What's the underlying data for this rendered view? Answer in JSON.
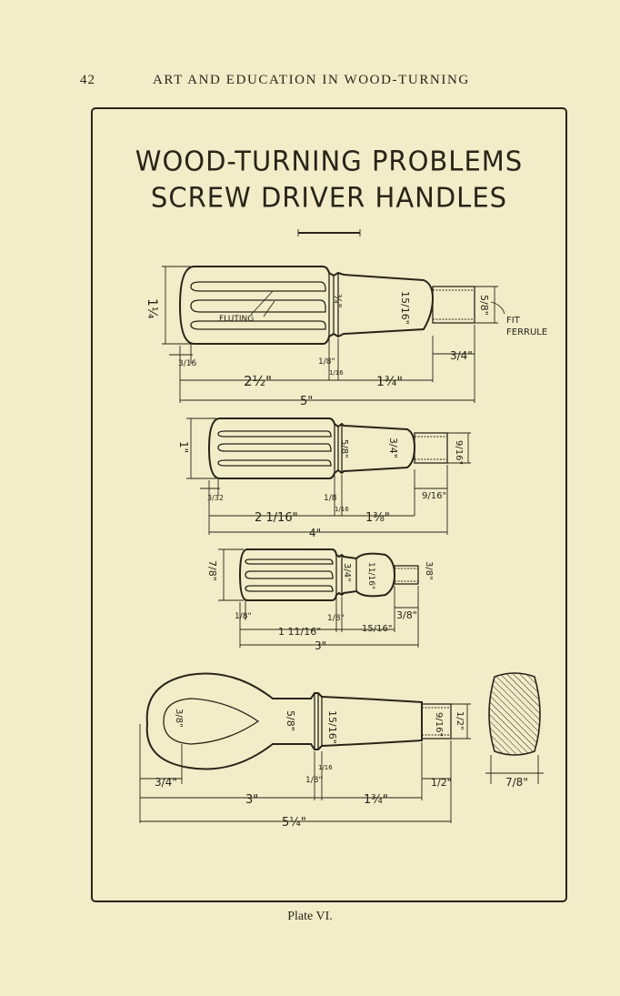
{
  "running_head": {
    "page_number": "42",
    "title": "ART AND EDUCATION IN WOOD-TURNING"
  },
  "plate": {
    "title_line_1": "WOOD-TURNING PROBLEMS",
    "title_line_2": "SCREW DRIVER HANDLES",
    "caption": "Plate VI."
  },
  "handle_1": {
    "label_fluting": "FLUTING",
    "label_fit": "FIT",
    "label_ferrule": "FERRULE",
    "dim_height": "1¼",
    "dim_neck": "¾\"",
    "dim_neck_2": "15/16\"",
    "dim_ferrule_dia": "5/8\"",
    "dim_left_offset": "3/16",
    "dim_bead": "1/8\"",
    "dim_bead_2": "1/16",
    "dim_ferrule_len": "3/4\"",
    "dim_body": "2½\"",
    "dim_taper": "1¾\"",
    "dim_total": "5\""
  },
  "handle_2": {
    "dim_height": "1\"",
    "dim_neck": "5/8\"",
    "dim_taper_dia": "3/4\"",
    "dim_ferrule_dia": "9/16\"",
    "dim_left_offset": "3/32",
    "dim_bead": "1/8",
    "dim_bead_2": "1/16",
    "dim_ferrule_len": "9/16\"",
    "dim_body": "2 1/16\"",
    "dim_taper": "1⅜\"",
    "dim_total": "4\""
  },
  "handle_3": {
    "dim_height": "7/8\"",
    "dim_neck": "3/4\"",
    "dim_knob": "11/16\"",
    "dim_ferrule_dia": "3/8\"",
    "dim_left_offset": "1/8\"",
    "dim_bead": "1/8\"",
    "dim_ferrule_len": "3/8\"",
    "dim_body": "1 11/16\"",
    "dim_taper": "15/16\"",
    "dim_total": "3\""
  },
  "handle_4": {
    "dim_loop": "3/8\"",
    "dim_neck": "5/8\"",
    "dim_taper_dia": "15/16\"",
    "dim_ferrule_dia": "9/16\"",
    "dim_ferrule_outer": "1/2\"",
    "dim_loop_offset": "3/4\"",
    "dim_bead": "1/8\"",
    "dim_bead_2": "1/16",
    "dim_ferrule_len": "1/2\"",
    "dim_loop_len": "3\"",
    "dim_taper": "1¾\"",
    "dim_total": "5¼\"",
    "dim_section": "7/8\""
  }
}
